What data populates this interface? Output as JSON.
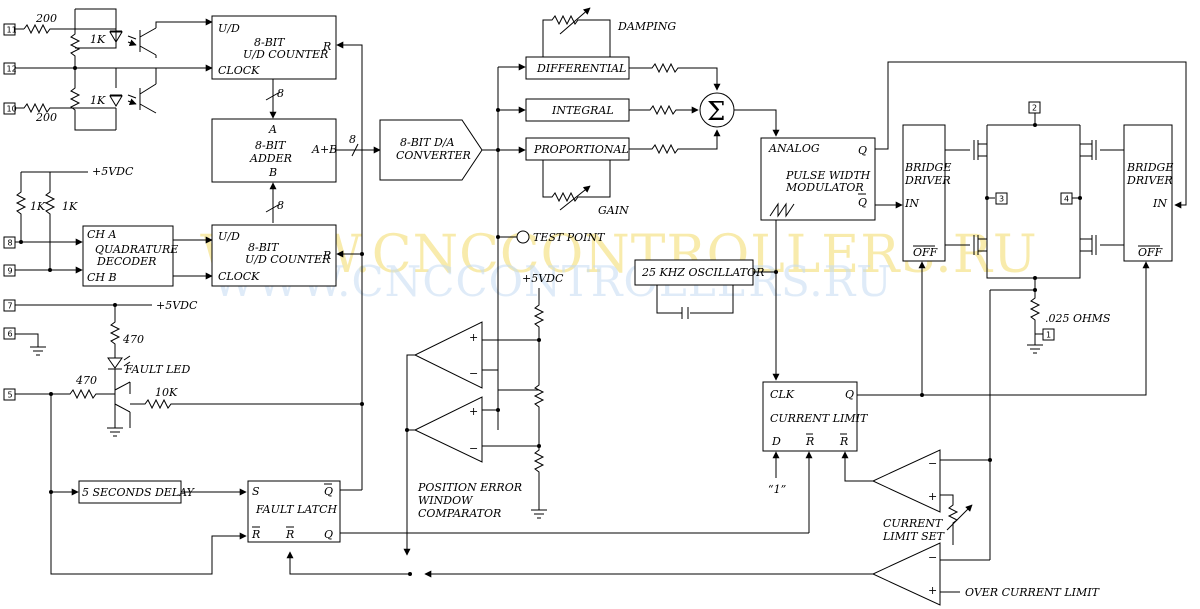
{
  "watermark": {
    "text": "WWW.CNCCONTROLLERS.RU"
  },
  "pins": {
    "p11": "11",
    "p12": "12",
    "p10": "10",
    "p8": "8",
    "p9": "9",
    "p7": "7",
    "p6": "6",
    "p5": "5",
    "p2": "2",
    "p3": "3",
    "p4": "4",
    "p1": "1"
  },
  "resistors": {
    "r200a": "200",
    "r200b": "200",
    "r1ka": "1K",
    "r1kb": "1K",
    "r1kc": "1K",
    "r1kd": "1K",
    "r470a": "470",
    "r470b": "470",
    "r10k": "10K",
    "rsense": ".025 OHMS"
  },
  "power": {
    "v5a": "+5VDC",
    "v5b": "+5VDC",
    "v5c": "+5VDC"
  },
  "counter_top": {
    "ud": "U/D",
    "line1": "8-BIT",
    "line2": "U/D COUNTER",
    "r": "R",
    "clock": "CLOCK"
  },
  "adder": {
    "a": "A",
    "line1": "8-BIT",
    "line2": "ADDER",
    "b": "B",
    "sum": "A+B"
  },
  "counter_bot": {
    "ud": "U/D",
    "line1": "8-BIT",
    "line2": "U/D COUNTER",
    "r": "R",
    "clock": "CLOCK"
  },
  "bus": {
    "w1": "8",
    "w2": "8",
    "w3": "8"
  },
  "decoder": {
    "cha": "CH A",
    "line1": "QUADRATURE",
    "line2": "DECODER",
    "chb": "CH B"
  },
  "dac": {
    "line1": "8-BIT D/A",
    "line2": "CONVERTER"
  },
  "pid": {
    "damping": "DAMPING",
    "differential": "DIFFERENTIAL",
    "integral": "INTEGRAL",
    "proportional": "PROPORTIONAL",
    "gain": "GAIN",
    "sum": "Σ"
  },
  "test_point": "TEST POINT",
  "oscillator": "25 KHZ OSCILLATOR",
  "pwm": {
    "analog": "ANALOG",
    "q": "Q",
    "line1": "PULSE WIDTH",
    "line2": "MODULATOR",
    "qbar": "Q"
  },
  "bridge_left": {
    "line1": "BRIDGE",
    "line2": "DRIVER",
    "in": "IN",
    "off": "OFF"
  },
  "bridge_right": {
    "line1": "BRIDGE",
    "line2": "DRIVER",
    "in": "IN",
    "off": "OFF"
  },
  "current_limit": {
    "clk": "CLK",
    "q": "Q",
    "title": "CURRENT LIMIT",
    "d": "D",
    "r1": "R",
    "r2": "R",
    "one": "“1”"
  },
  "current_limit_set": {
    "line1": "CURRENT",
    "line2": "LIMIT SET"
  },
  "over_current": "OVER CURRENT LIMIT",
  "fault_led": "FAULT LED",
  "delay": "5 SECONDS DELAY",
  "fault_latch": {
    "s": "S",
    "qbar": "Q",
    "title": "FAULT LATCH",
    "r1": "R",
    "r2": "R",
    "q": "Q"
  },
  "window": {
    "line1": "POSITION ERROR",
    "line2": "WINDOW",
    "line3": "COMPARATOR"
  },
  "signs": {
    "plus": "+",
    "minus": "−"
  }
}
